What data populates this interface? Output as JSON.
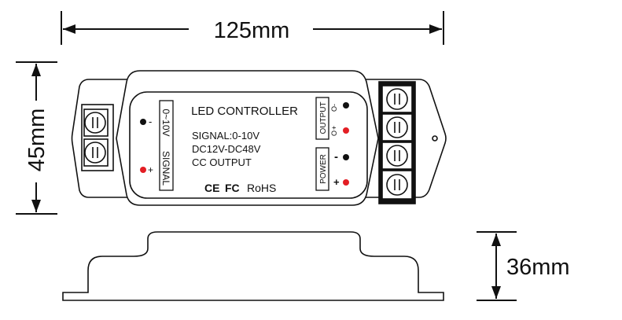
{
  "dimensions": {
    "width": "125mm",
    "height": "45mm",
    "depth": "36mm"
  },
  "device": {
    "title": "LED CONTROLLER",
    "specs": [
      "SIGNAL:0-10V",
      "DC12V-DC48V",
      "CC OUTPUT"
    ],
    "certifications": {
      "ce": "CE",
      "fc": "FC",
      "rohs": "RoHS"
    },
    "input_block": {
      "label_range": "0~10V",
      "label_name": "SIGNAL",
      "minus": "-",
      "plus": "+"
    },
    "output_block": {
      "label": "OUTPUT",
      "minus": "-",
      "plus": "+",
      "minus_prefix": "O",
      "plus_prefix": "O"
    },
    "power_block": {
      "label": "POWER",
      "minus": "-",
      "plus": "+"
    }
  },
  "colors": {
    "line": "#111111",
    "terminal_red": "#e31e24",
    "terminal_black": "#111111"
  }
}
